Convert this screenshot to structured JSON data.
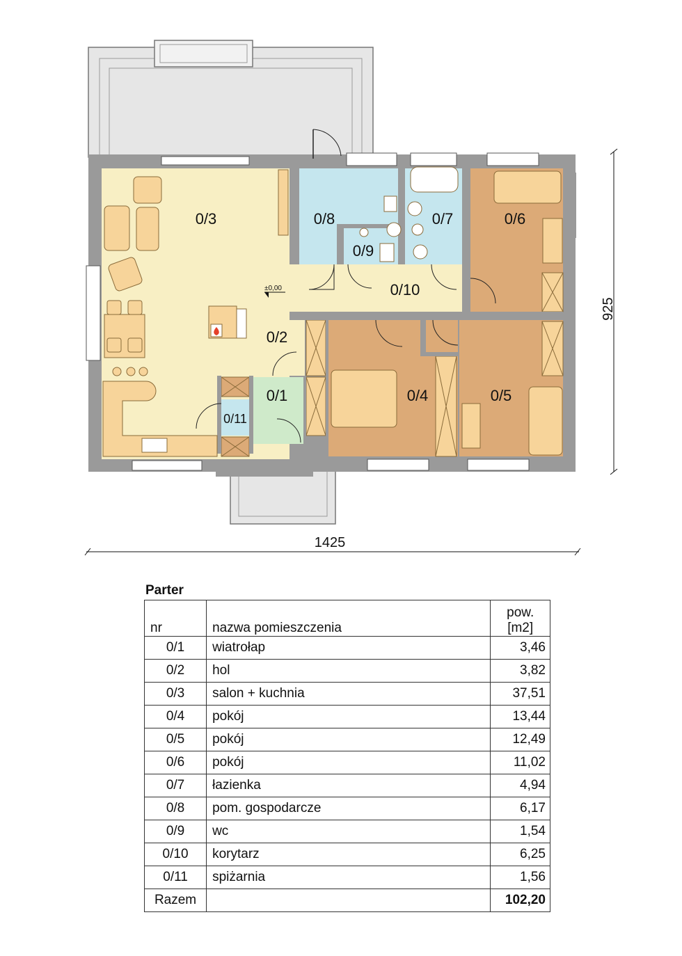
{
  "plan": {
    "rooms": [
      {
        "id": "0/1"
      },
      {
        "id": "0/2"
      },
      {
        "id": "0/3"
      },
      {
        "id": "0/4"
      },
      {
        "id": "0/5"
      },
      {
        "id": "0/6"
      },
      {
        "id": "0/7"
      },
      {
        "id": "0/8"
      },
      {
        "id": "0/9"
      },
      {
        "id": "0/10"
      },
      {
        "id": "0/11"
      }
    ],
    "level_mark": "±0,00",
    "dim_width": "1425",
    "dim_depth": "925",
    "colors": {
      "living": "#f8efc4",
      "bedroom": "#dcaa77",
      "utility": "#c5e6ee",
      "vestibule": "#cfeaca",
      "wall": "#9a9a9a",
      "terrace": "#e6e6e6",
      "furniture": "#f7d49a"
    }
  },
  "legend": {
    "title": "Parter",
    "headers": {
      "nr": "nr",
      "name": "nazwa pomieszczenia",
      "area_l1": "pow.",
      "area_l2": "[m2]"
    },
    "rows": [
      {
        "nr": "0/1",
        "name": "wiatrołap",
        "area": "3,46"
      },
      {
        "nr": "0/2",
        "name": "hol",
        "area": "3,82"
      },
      {
        "nr": "0/3",
        "name": "salon + kuchnia",
        "area": "37,51"
      },
      {
        "nr": "0/4",
        "name": "pokój",
        "area": "13,44"
      },
      {
        "nr": "0/5",
        "name": "pokój",
        "area": "12,49"
      },
      {
        "nr": "0/6",
        "name": "pokój",
        "area": "11,02"
      },
      {
        "nr": "0/7",
        "name": "łazienka",
        "area": "4,94"
      },
      {
        "nr": "0/8",
        "name": "pom. gospodarcze",
        "area": "6,17"
      },
      {
        "nr": "0/9",
        "name": "wc",
        "area": "1,54"
      },
      {
        "nr": "0/10",
        "name": "korytarz",
        "area": "6,25"
      },
      {
        "nr": "0/11",
        "name": "spiżarnia",
        "area": "1,56"
      }
    ],
    "total": {
      "label": "Razem",
      "area": "102,20"
    }
  }
}
